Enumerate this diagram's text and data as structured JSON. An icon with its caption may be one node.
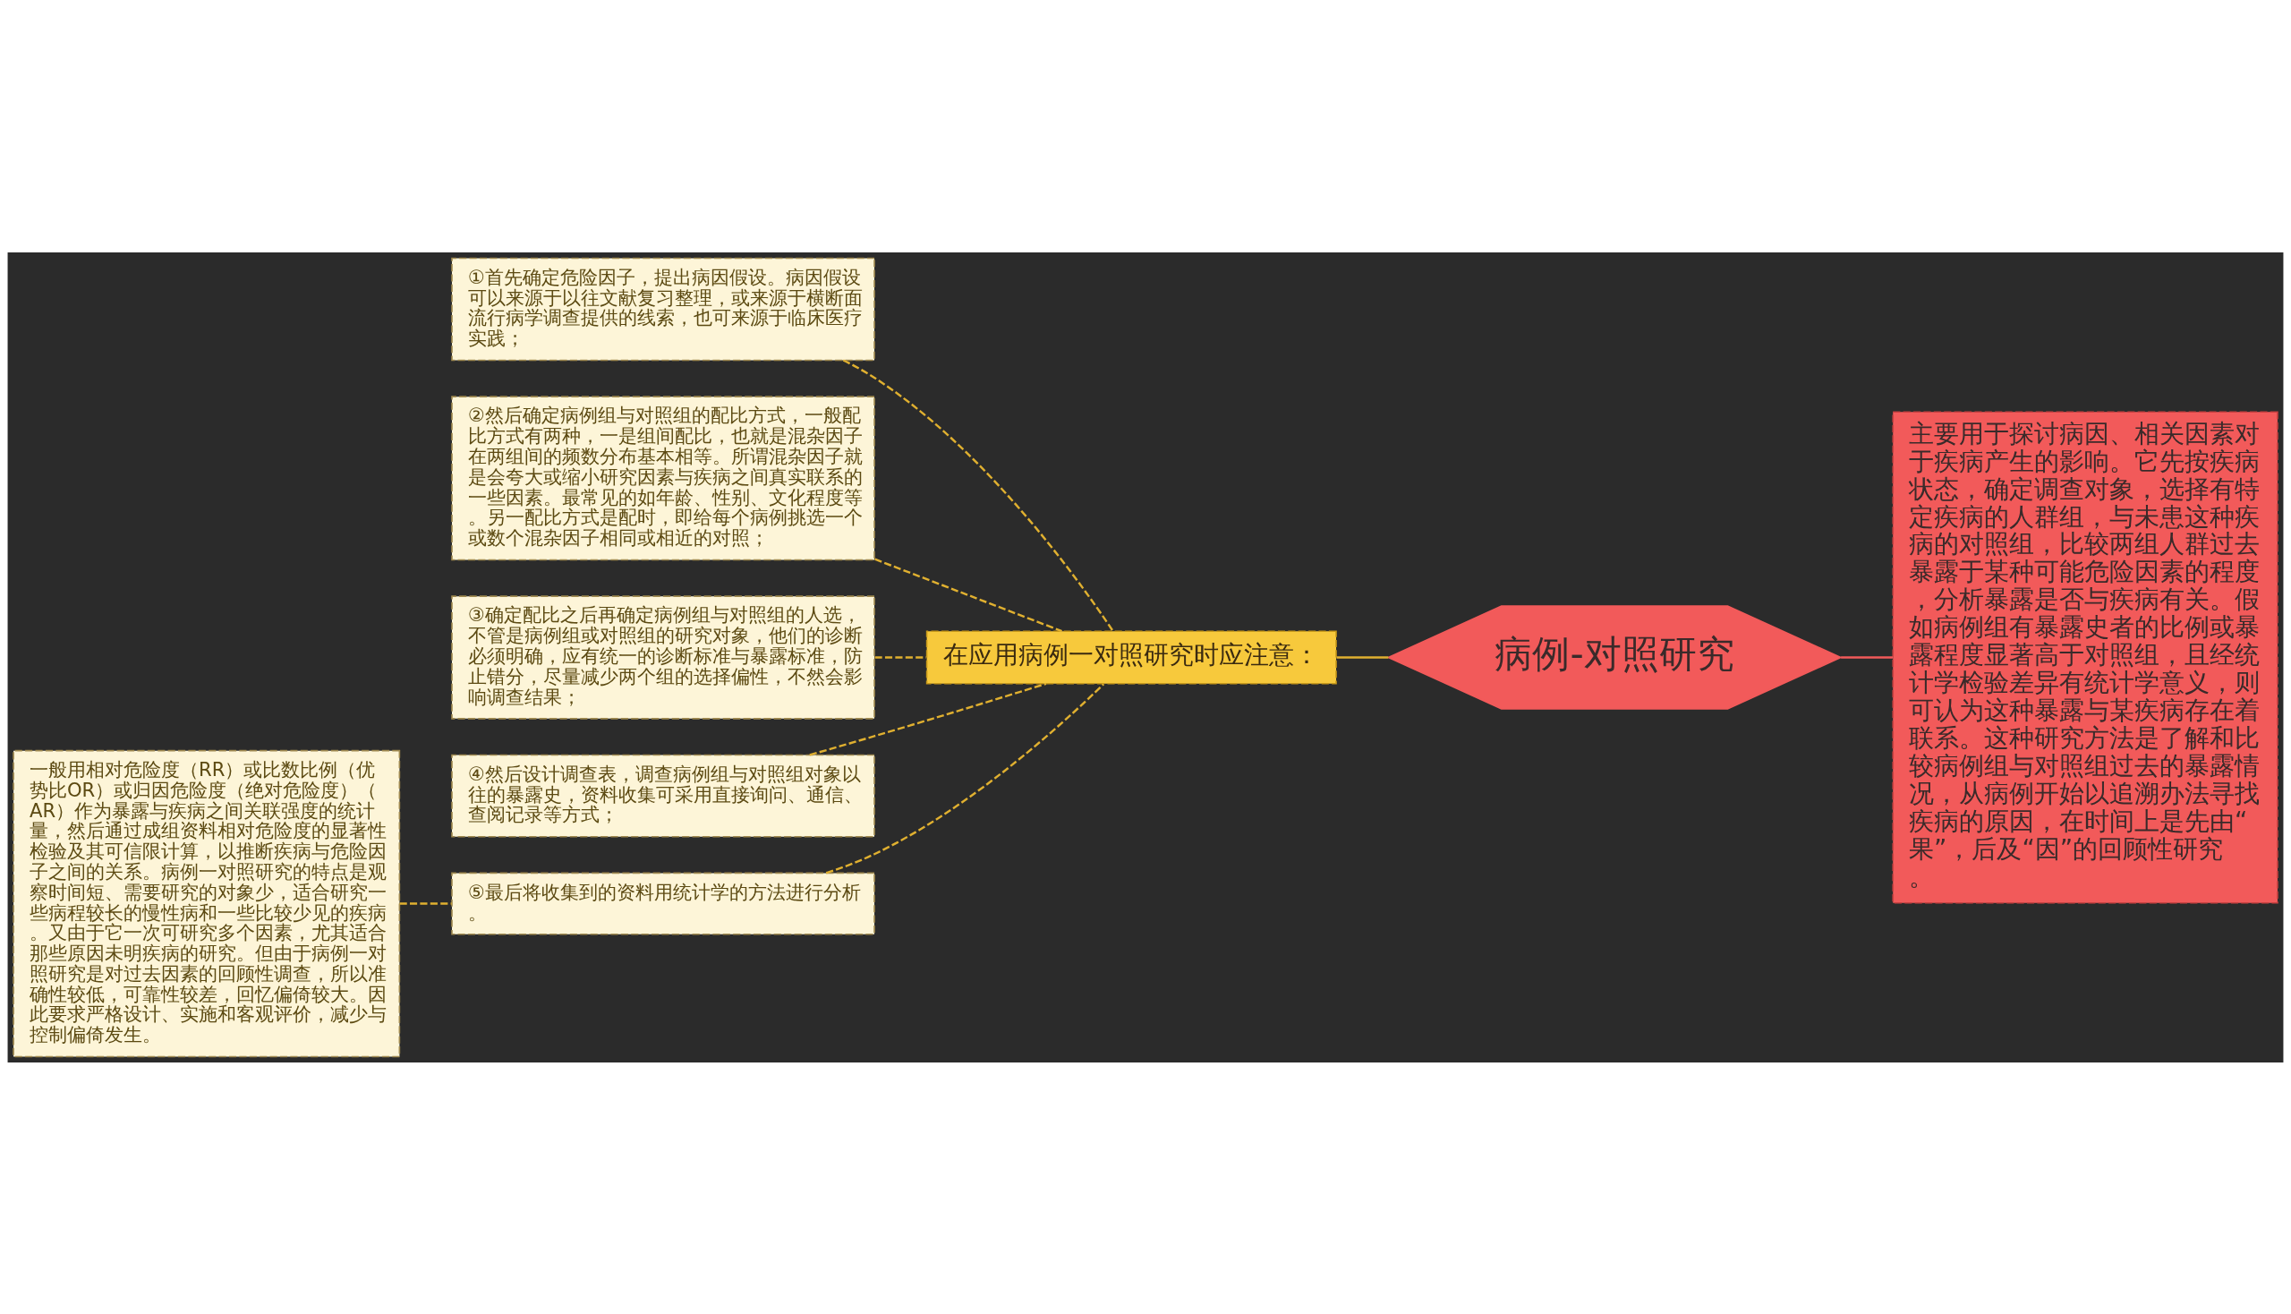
{
  "diagram": {
    "nodes": [
      {
        "text": [
          "病例-对照研究"
        ]
      },
      {
        "text": [
          "主要用于探讨病因、相关因素对于疾病产生的影响。它先按疾病状态，确定调查对象，选择有特定疾病的人群组，与未患这种疾病的对照组，比较两组人群过去暴露于某种可能危险因素的程度，分析暴露是否与疾病有关。假如病例组有暴露史者的比例或暴露程度显著高于对照组，且经统计学检验差异有统计学意义，则可认为这种暴露与某疾病存在着联系。这种研究方法是了解和比较病例组与对照组过去的暴露情况，从病例开始以追溯办法寻找疾病的原因，在时间上是先由“果”，后及“因”的回顾性研究。"
        ]
      },
      {
        "text": [
          "在应用病例一对照研究时应注意："
        ]
      },
      {
        "text": [
          "①首先确定危险因子，提出病因假设。病因假设可以来源于以往文献复习整理，或来源于横断面流行病学调查提供的线索，也可来源于临床医疗实践；"
        ]
      },
      {
        "text": [
          "②然后确定病例组与对照组的配比方式，一般配比方式有两种，一是组间配比，也就是混杂因子在两组间的频数分布基本相等。所谓混杂因子就是会夸大或缩小研究因素与疾病之间真实联系的一些因素。最常见的如年龄、性别、文化程度等。另一配比方式是配时，即给每个病例挑选一个或数个混杂因子相同或相近的对照；"
        ]
      },
      {
        "text": [
          "③确定配比之后再确定病例组与对照组的人选，不管是病例组或对照组的研究对象，他们的诊断必须明确，应有统一的诊断标准与暴露标准，防止错分，尽量减少两个组的选择偏性，不然会影响调查结果；"
        ]
      },
      {
        "text": [
          "④然后设计调查表，调查病例组与对照组对象以往的暴露史，资料收集可采用直接询问、通信、查阅记录等方式；"
        ]
      },
      {
        "text": [
          "⑤最后将收集到的资料用统计学的方法进行分析。"
        ]
      },
      {
        "text": [
          "一般用相对危险度（RR）或比数比例（优势比OR）或归因危险度（绝对危险度）（AR）作为暴露与疾病之间关联强度的统计量，然后通过成组资料相对危险度的显著性检验及其可信限计算，以推断疾病与危险因子之间的关系。病例一对照研究的特点是观察时间短、需要研究的对象少，适合研究一些病程较长的慢性病和一些比较少见的疾病。又由于它一次可研究多个因素，尤其适合那些原因未明疾病的研究。但由于病例一对照研究是对过去因素的回顾性调查，所以准确性较低，可靠性较差，回忆偏倚较大。因此要求严格设计、实施和客观评价，减少与控制偏倚发生。"
        ]
      }
    ],
    "edges": [
      {
        "from": 0,
        "to": 1,
        "arrow": "none",
        "color": "#f25a5a"
      },
      {
        "from": 0,
        "to": 2,
        "arrow": "none"
      },
      {
        "from": 2,
        "to": 3,
        "arrow": "none",
        "style": "dashed"
      },
      {
        "from": 2,
        "to": 4,
        "arrow": "none",
        "style": "dashed"
      },
      {
        "from": 2,
        "to": 5,
        "arrow": "none",
        "style": "dashed"
      },
      {
        "from": 2,
        "to": 6,
        "arrow": "none",
        "style": "dashed"
      },
      {
        "from": 2,
        "to": 7,
        "arrow": "none",
        "style": "dashed"
      },
      {
        "from": 7,
        "to": 8,
        "arrow": "none",
        "style": "dashed"
      }
    ]
  }
}
